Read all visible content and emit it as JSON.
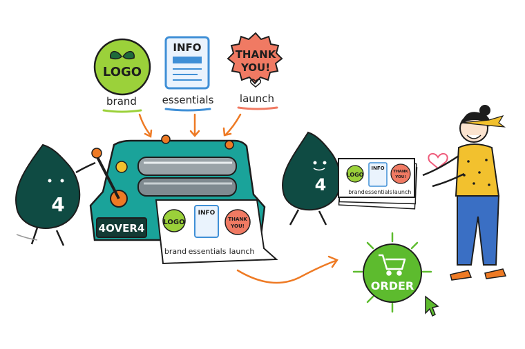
{
  "stickers": {
    "logo": {
      "text": "LOGO",
      "caption": "brand"
    },
    "info": {
      "text": "INFO",
      "caption": "essentials"
    },
    "thanks": {
      "line1": "THANK",
      "line2": "YOU!",
      "caption": "launch"
    }
  },
  "machine": {
    "brand": "4OVER4"
  },
  "mascot": {
    "number": "4"
  },
  "carrier": {
    "number": "4"
  },
  "order_button": {
    "label": "ORDER"
  },
  "colors": {
    "machine": "#1aa39a",
    "mascot": "#0f4b43",
    "lime": "#9bd13a",
    "info_blue": "#3f8fd6",
    "thanks_red": "#f07a63",
    "arrow_orange": "#ee7a24",
    "order_green": "#5dbb2e",
    "shirt_yellow": "#f2c12e",
    "jeans_blue": "#3a6fc4"
  },
  "icons": [
    "leaf-icon",
    "cart-icon",
    "heart-icon",
    "cursor-icon",
    "arrow-icon"
  ]
}
